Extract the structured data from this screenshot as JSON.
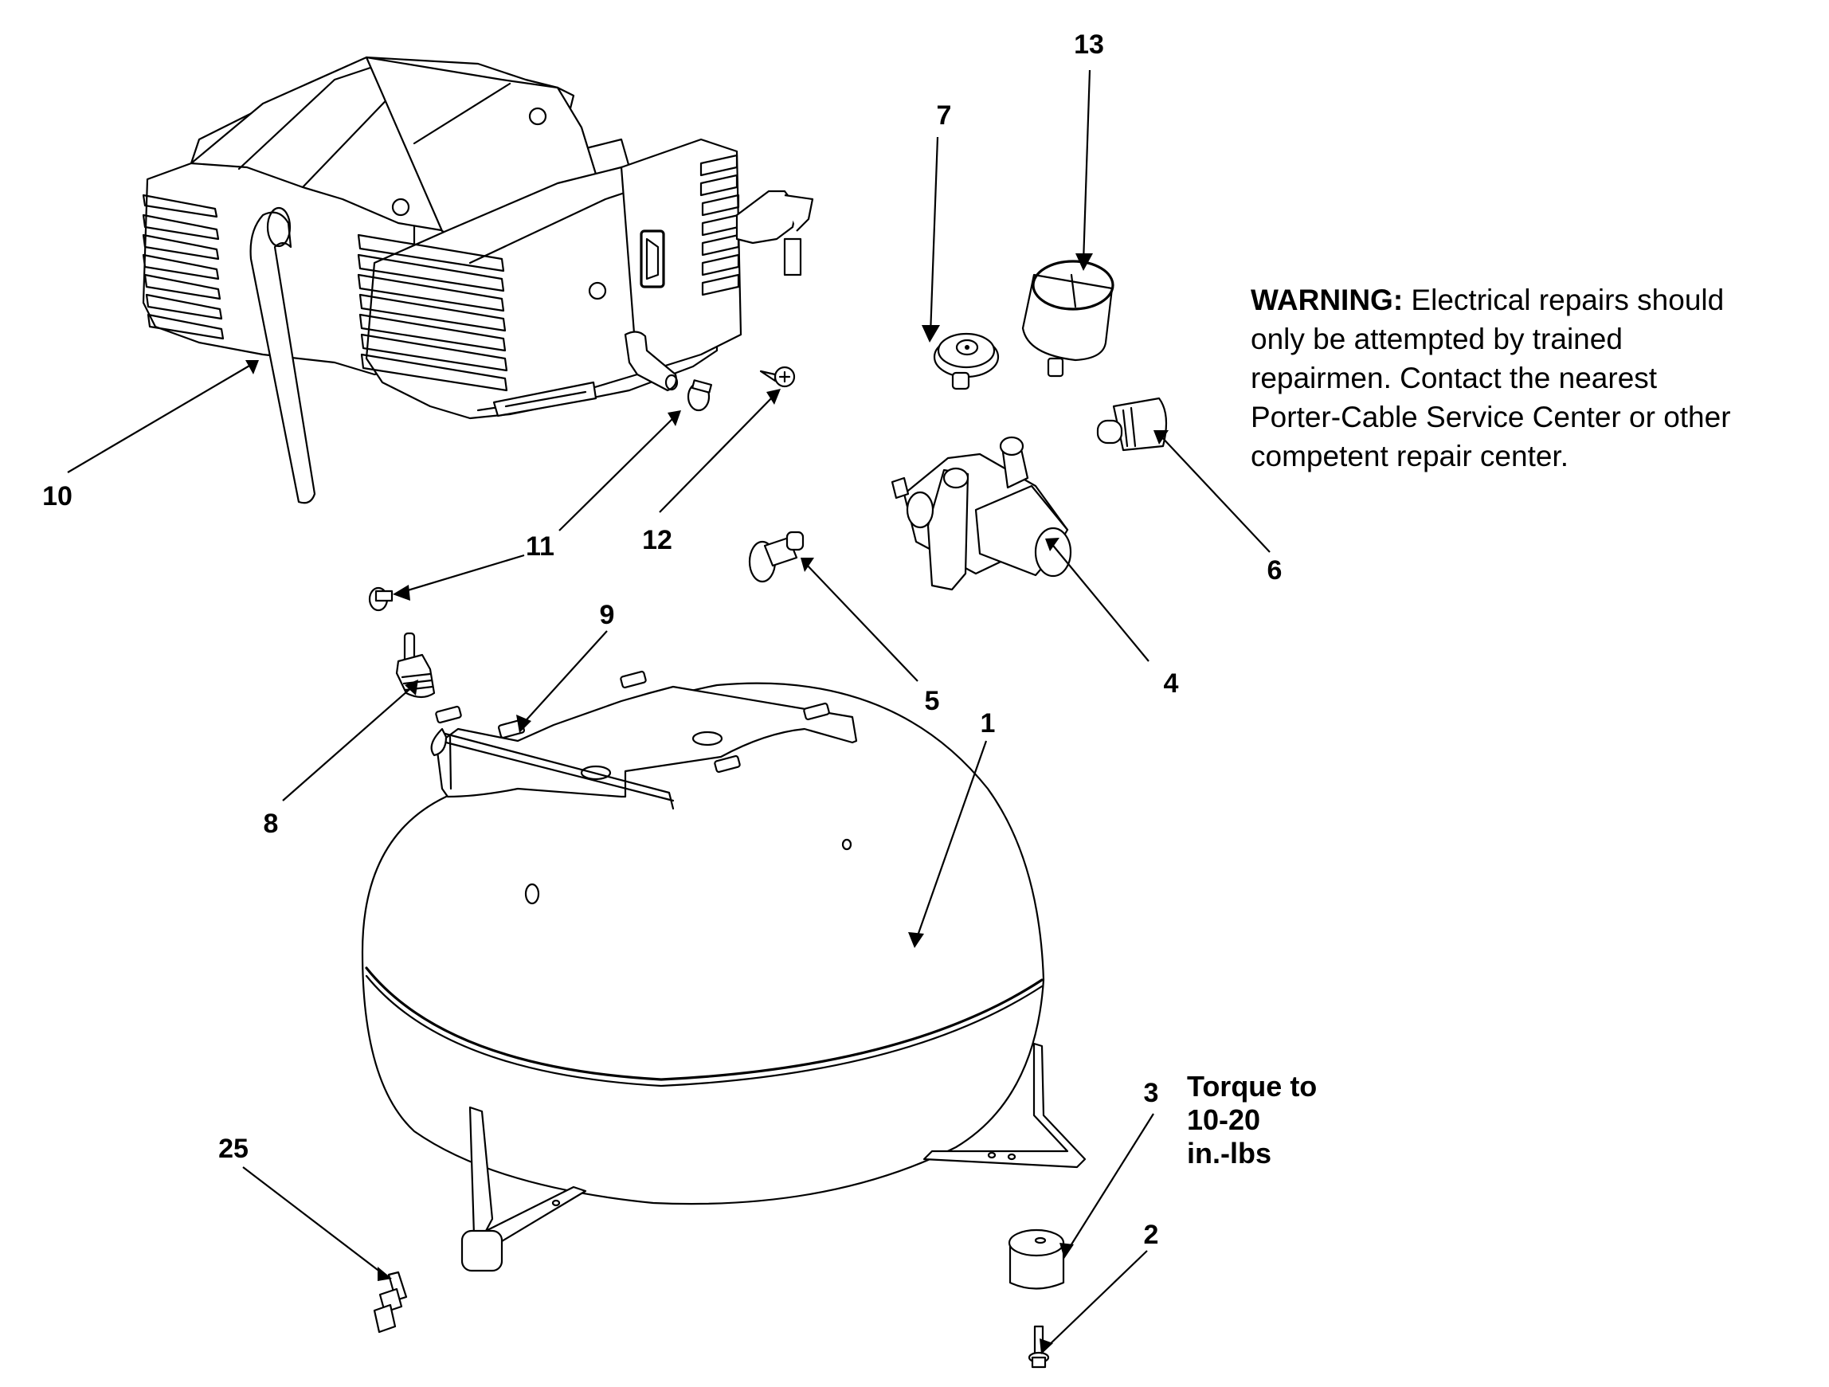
{
  "diagram": {
    "type": "exploded parts diagram",
    "subject": "pancake air compressor",
    "callouts": [
      {
        "id": "1",
        "part": "tank"
      },
      {
        "id": "2",
        "part": "screw"
      },
      {
        "id": "3",
        "part": "rubber foot"
      },
      {
        "id": "4",
        "part": "regulator manifold"
      },
      {
        "id": "5",
        "part": "safety valve"
      },
      {
        "id": "6",
        "part": "quick coupler"
      },
      {
        "id": "7",
        "part": "regulator knob"
      },
      {
        "id": "8",
        "part": "check valve fitting"
      },
      {
        "id": "9",
        "part": "bracket bumper"
      },
      {
        "id": "10",
        "part": "tube"
      },
      {
        "id": "11",
        "part": "hose clamp"
      },
      {
        "id": "12",
        "part": "screw"
      },
      {
        "id": "13",
        "part": "pressure gauge"
      },
      {
        "id": "25",
        "part": "drain valve"
      }
    ]
  },
  "labels": {
    "c1": "1",
    "c2": "2",
    "c3": "3",
    "c4": "4",
    "c5": "5",
    "c6": "6",
    "c7": "7",
    "c8": "8",
    "c9": "9",
    "c10": "10",
    "c11": "11",
    "c12": "12",
    "c13": "13",
    "c25": "25"
  },
  "warning": {
    "label": "WARNING:",
    "line1_rest": " Electrical repairs should",
    "line2": "only be attempted by trained",
    "line3": "repairmen.  Contact the nearest",
    "line4": "Porter-Cable Service Center or other",
    "line5": "competent repair center."
  },
  "torque_note": {
    "line1": "Torque to",
    "line2": "10-20",
    "line3": "in.-lbs"
  }
}
